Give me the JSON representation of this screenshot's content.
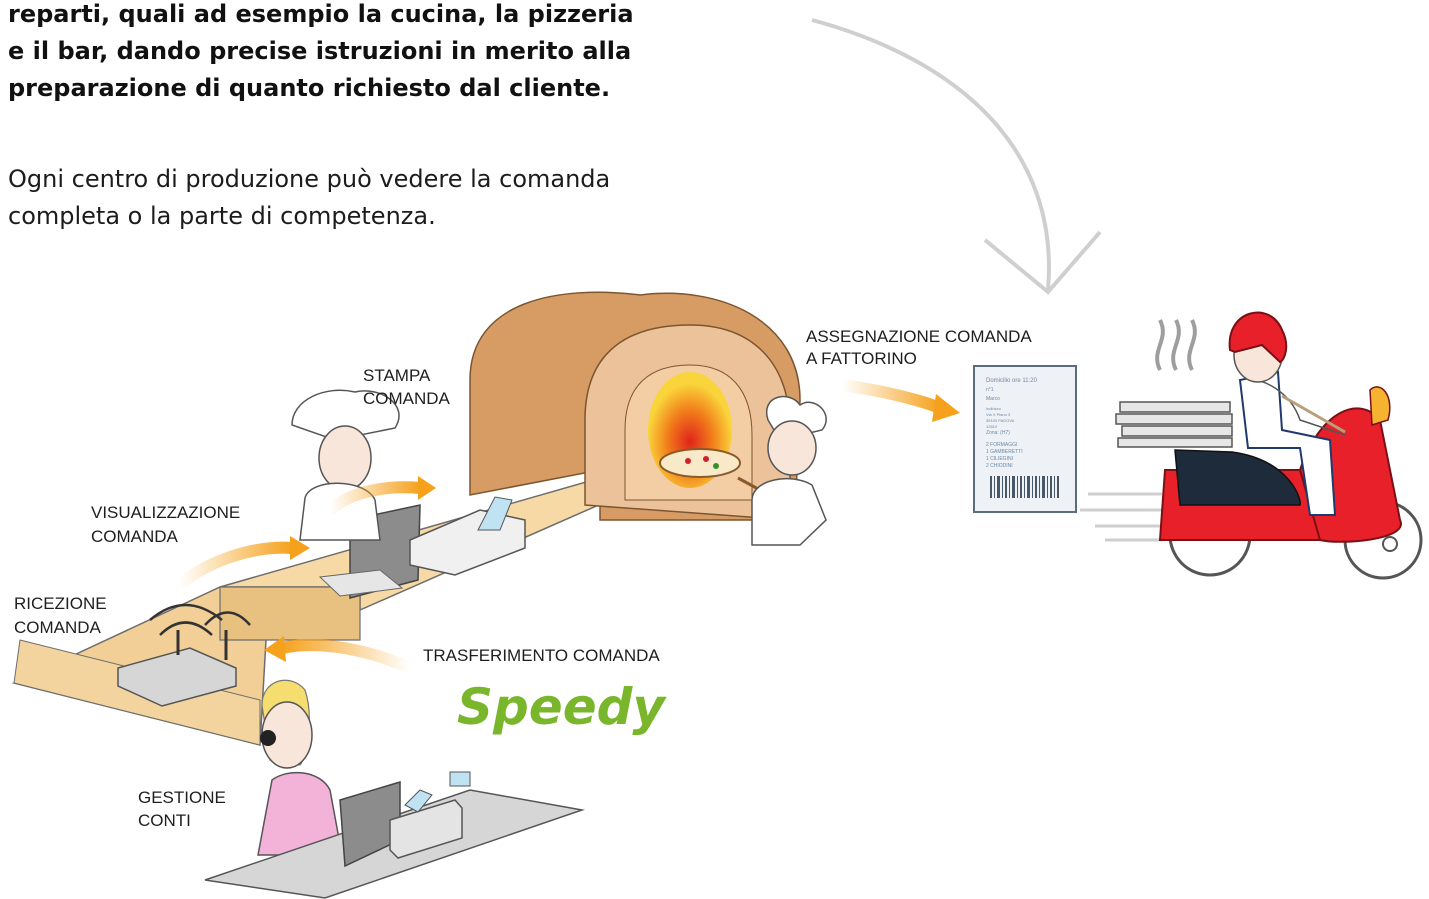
{
  "intro": {
    "bold_text": "reparti, quali ad esempio la cucina, la pizzeria\ne il bar, dando precise istruzioni in merito alla\npreparazione di quanto richiesto dal cliente.",
    "body_text": "Ogni centro di produzione può vedere la comanda\ncompleta o la parte di competenza."
  },
  "labels": {
    "stampa_1": "STAMPA",
    "stampa_2": "COMANDA",
    "visualizzazione_1": "VISUALIZZAZIONE",
    "visualizzazione_2": "COMANDA",
    "ricezione_1": "RICEZIONE",
    "ricezione_2": "COMANDA",
    "trasferimento": "TRASFERIMENTO COMANDA",
    "gestione_1": "GESTIONE",
    "gestione_2": "CONTI",
    "assegnazione_1": "ASSEGNAZIONE COMANDA",
    "assegnazione_2": "A FATTORINO"
  },
  "brand": {
    "logo": "Speedy"
  },
  "receipt": {
    "header": "Domicilio ore 11:20",
    "number": "n°1",
    "name": "Marco",
    "address_title": "Indirizzo",
    "address_1": "Via X Piano 3",
    "address_2": "35100 PADOVA",
    "code": "12810",
    "zone": "Zona: (H7)",
    "item_1": "2 FORMAGGI",
    "item_2": "1 GAMBERETTI",
    "item_3": "1 CILIEGINI",
    "item_4": "2 CHIODINI"
  },
  "colors": {
    "arrow_orange": "#f5a11c",
    "oven_brown": "#c98d55",
    "counter_tan": "#f2cf96",
    "scooter_red": "#e8202a",
    "logo_green": "#7ab62b",
    "outline_gray": "#666666"
  }
}
